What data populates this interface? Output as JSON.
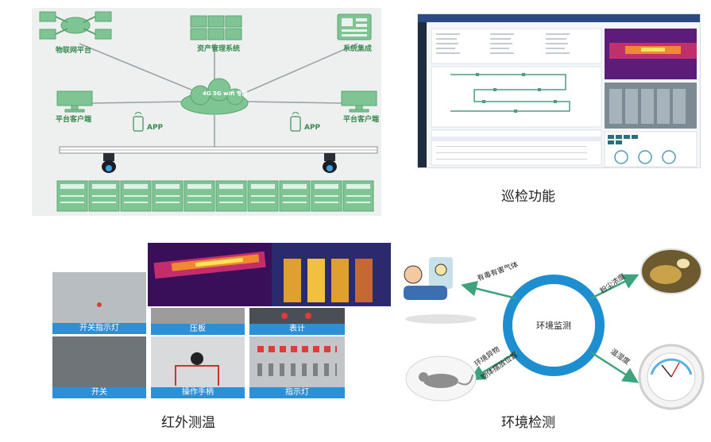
{
  "captions": {
    "inspection": "巡检功能",
    "infrared": "红外测温",
    "environment": "环境检测"
  },
  "network": {
    "iot_platform": "物联网平台",
    "asset_system": "资产管理系统",
    "system_integration": "系统集成",
    "cloud": "4G 5G wifi 专网",
    "client_left": "平台客户端",
    "client_right": "平台客户端",
    "app_left": "APP",
    "app_right": "APP"
  },
  "infrared_tiles": [
    {
      "label": "开关指示灯"
    },
    {
      "label": "压板"
    },
    {
      "label": "表计"
    },
    {
      "label": "开关"
    },
    {
      "label": "操作手柄"
    },
    {
      "label": "指示灯"
    }
  ],
  "environment": {
    "hub": "环境监测",
    "harmful_gas": "有毒有害气体",
    "dust": "粉尘浓度",
    "temp_humidity": "温湿度",
    "foreign_object_1": "环境异物",
    "foreign_object_2": "物体摆放位置"
  },
  "colors": {
    "green": "#7fc594",
    "blue_label": "#2d8fd5",
    "ring": "#1d8fd0"
  }
}
